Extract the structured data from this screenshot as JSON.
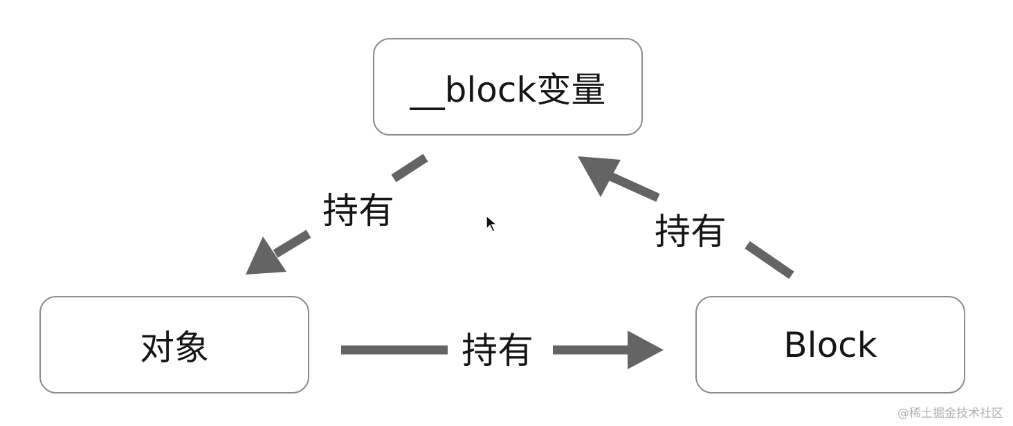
{
  "nodes": {
    "block_variable": "__block变量",
    "object": "对象",
    "block": "Block"
  },
  "edges": {
    "left_label": "持有",
    "right_label": "持有",
    "bottom_label": "持有"
  },
  "watermark": "@稀土掘金技术社区",
  "colors": {
    "arrow": "#646464",
    "node_border": "#8c8c8c",
    "text": "#151515"
  },
  "icons": {
    "cursor": "mouse-pointer-icon"
  }
}
